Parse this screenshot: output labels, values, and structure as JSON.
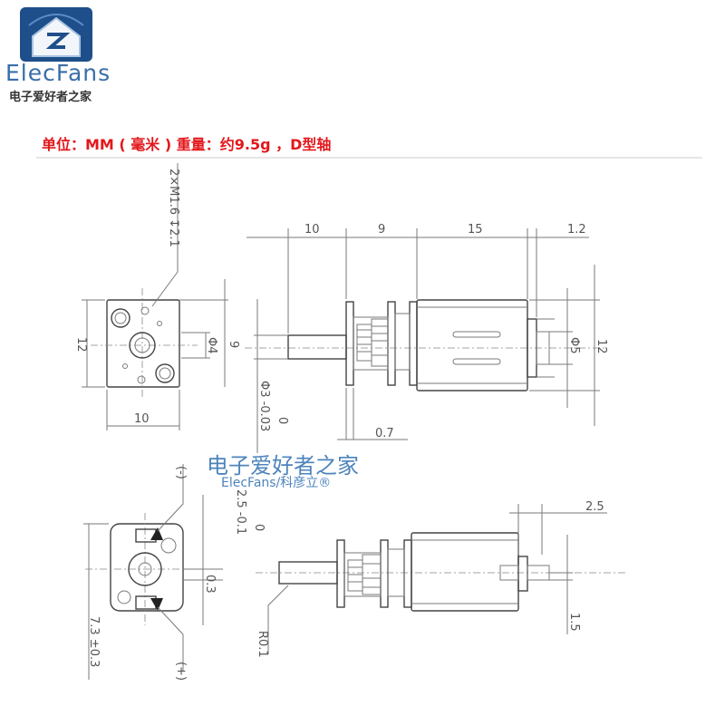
{
  "header": {
    "brand_name": "ElecFans",
    "brand_subtitle": "电子爱好者之家",
    "spec_line": "单位：MM ( 毫米 ) 重量：约9.5g ，D型轴"
  },
  "watermark": {
    "text_cn": "电子爱好者之家",
    "text_en": "ElecFans/科彦立®"
  },
  "dimensions": {
    "screw_note": "2×M1.6 ↧2.1",
    "front_height": "12",
    "front_width": "10",
    "hole_dia": "Φ4",
    "center_height": "9",
    "shaft_dia": "Φ3 -0.03",
    "shaft_dia_upper": "0",
    "side_len_shaft": "10",
    "side_len_gearbox": "9",
    "side_len_motor": "15",
    "side_len_cap": "1.2",
    "gap": "0.7",
    "motor_boss_dia": "Φ5",
    "motor_height": "12",
    "d_flat_tol": "2.5 -0.1",
    "d_flat_tol_upper": "0",
    "offset": "0.3",
    "terminal_pos": "7.3 ±0.3",
    "terminal_len": "2.5",
    "terminal_off": "1.5",
    "radius": "R0.1",
    "neg_label": "(-)",
    "pos_label": "(+)"
  },
  "colors": {
    "spec_text": "#e3171b",
    "brand": "#3a6ea8",
    "watermark": "#2f6fb0"
  }
}
